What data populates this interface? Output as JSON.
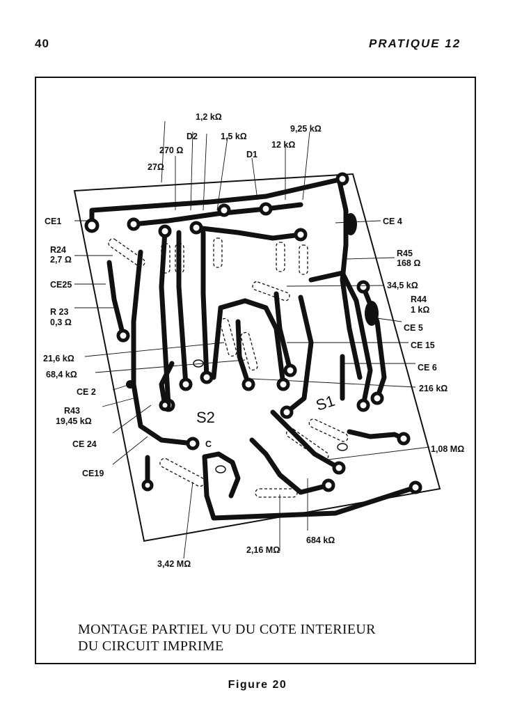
{
  "header": {
    "page_number": "40",
    "running_head": "PRATIQUE 12"
  },
  "diagram": {
    "labels": [
      "1,2 kΩ",
      "D2",
      "1,5 kΩ",
      "270 Ω",
      "27Ω",
      "D1",
      "9,25 kΩ",
      "12 kΩ",
      "CE1",
      "CE 4",
      "R24",
      "2,7 Ω",
      "R45",
      "168 Ω",
      "CE25",
      "34,5 kΩ",
      "R44",
      "1 kΩ",
      "R 23",
      "0,3 Ω",
      "CE 5",
      "CE 15",
      "21,6 kΩ",
      "CE 6",
      "68,4 kΩ",
      "CE 2",
      "216 kΩ",
      "R43",
      "19,45 kΩ",
      "S2",
      "S1",
      "CE 24",
      "C",
      "1,08 MΩ",
      "CE19",
      "684 kΩ",
      "2,16 MΩ",
      "3,42 MΩ"
    ]
  },
  "caption": {
    "line1": "MONTAGE PARTIEL VU DU COTE INTERIEUR",
    "line2": "DU CIRCUIT IMPRIME"
  },
  "figure_label": "Figure 20"
}
